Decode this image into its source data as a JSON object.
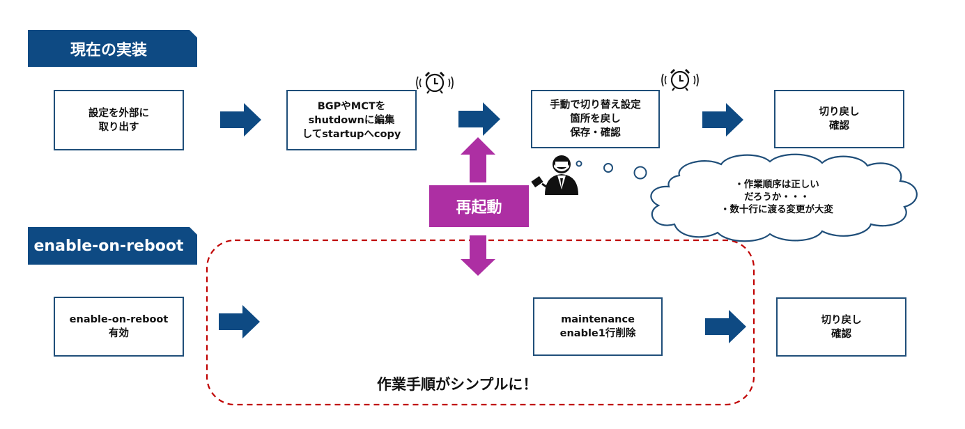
{
  "headers": {
    "current": "現在の実装",
    "enable": "enable-on-reboot"
  },
  "current_flow": {
    "step1": "設定を外部に\n取り出す",
    "step2": "BGPやMCTを\nshutdownに編集\nしてstartupへcopy",
    "step3": "手動で切り替え設定\n箇所を戻し\n保存・確認",
    "step4": "切り戻し\n確認"
  },
  "restart_label": "再起動",
  "thought_text": "・作業順序は正しい\nだろうか・・・\n・数十行に渡る変更が大変",
  "enable_flow": {
    "step1": "enable-on-reboot\n有効",
    "step2": "maintenance\nenable1行削除",
    "step3": "切り戻し\n確認"
  },
  "simple_caption": "作業手順がシンプルに！",
  "colors": {
    "header_bg": "#0e4a83",
    "arrow": "#0e4a83",
    "box_border": "#1f4e79",
    "restart": "#ad2fa3",
    "dashed_border": "#c00000"
  },
  "icons": [
    "alarm-clock-icon",
    "alarm-clock-icon",
    "person-icon",
    "thought-cloud-icon"
  ]
}
